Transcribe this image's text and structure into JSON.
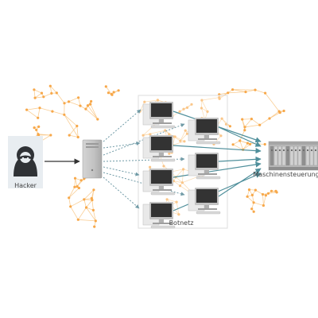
{
  "labels": {
    "hacker": "Hacker",
    "botnet": "Botnetz",
    "machine_control": "Maschinensteuerung"
  },
  "colors": {
    "network_node": "#f7a84a",
    "network_line": "#f9c98a",
    "arrow_teal": "#4f8f9b",
    "arrow_dotted": "#6f9aa6",
    "hacker_box": "#e8edf1",
    "botnet_box_border": "#dedede",
    "server": "#c6c6c6",
    "monitor_bezel": "#c2c2c2",
    "screen": "#333333"
  },
  "icons": {
    "hacker": "hooded-hacker-icon",
    "server": "tower-server-icon",
    "computer": "desktop-computer-icon",
    "machine": "industrial-control-cabinet-icon"
  }
}
